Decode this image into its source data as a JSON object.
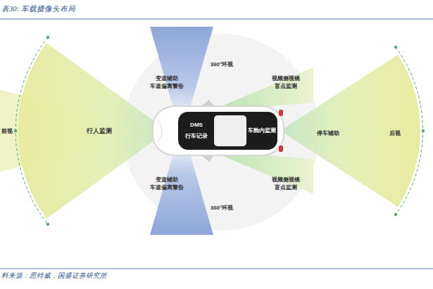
{
  "diagram": {
    "title": "表30: 车载摄像头布局",
    "caption": "料来源：思特威，国盛证券研究所",
    "labels": [
      "360°环视",
      "变道辅助 车道偏离警告",
      "视频侧视镜 盲点监测",
      "前视",
      "行人监测",
      "DMS",
      "行车记录",
      "车舱内监测",
      "停车辅助",
      "后视",
      "变道辅助 车道偏离警告",
      "视频侧视镜 盲点监测",
      "360°环视"
    ]
  }
}
